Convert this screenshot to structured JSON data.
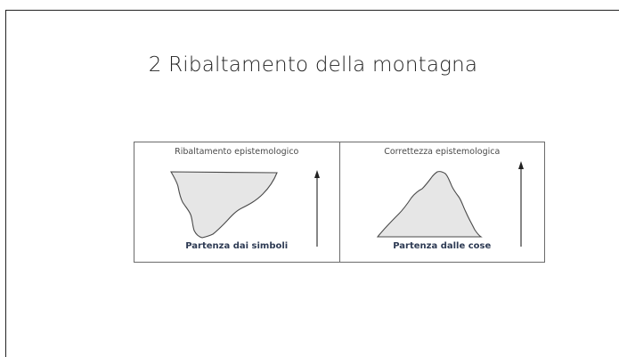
{
  "slide": {
    "title": "2 Ribaltamento della montagna"
  },
  "figure": {
    "left_panel": {
      "title": "Ribaltamento epistemologico",
      "caption": "Partenza dai simboli",
      "shape": "inverted-mountain-icon",
      "arrow": "up-arrow-icon"
    },
    "right_panel": {
      "title": "Correttezza epistemologica",
      "caption": "Partenza dalle cose",
      "shape": "mountain-icon",
      "arrow": "up-arrow-icon"
    },
    "colors": {
      "shape_fill": "#e6e6e6",
      "shape_stroke": "#4a4a4a",
      "caption": "#2e3b54",
      "border": "#6b6b6b"
    }
  }
}
